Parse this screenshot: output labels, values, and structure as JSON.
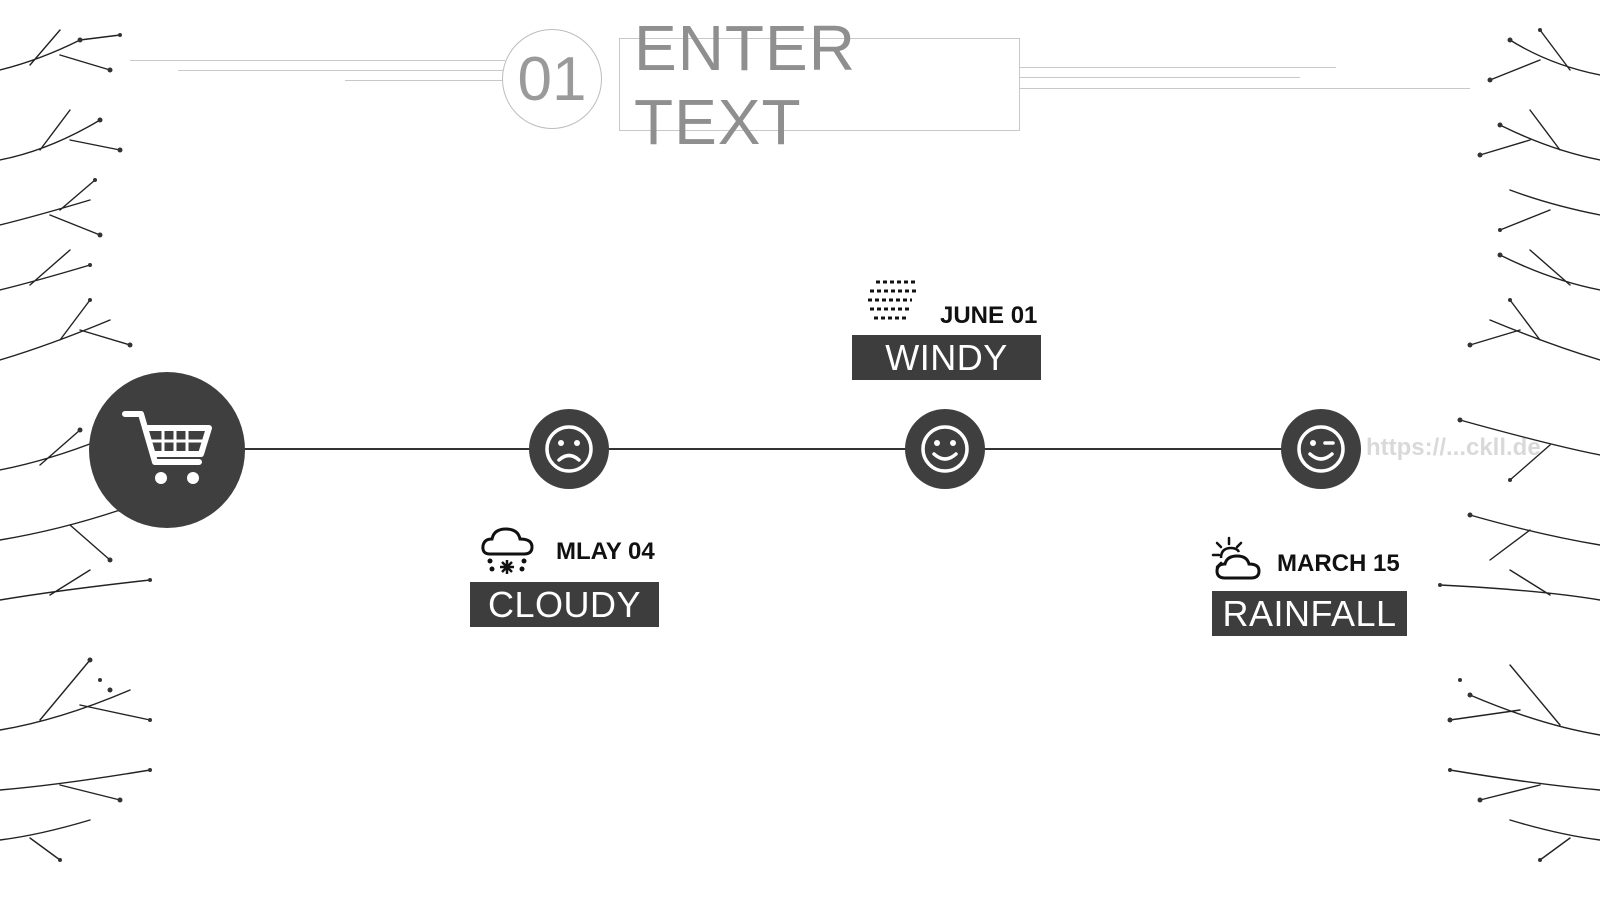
{
  "header": {
    "number": "01",
    "title": "ENTER TEXT"
  },
  "events": [
    {
      "date": "MLAY 04",
      "label": "CLOUDY",
      "weather_icon": "cloud-snow-icon",
      "mood_icon": "sad-face-icon"
    },
    {
      "date": "JUNE 01",
      "label": "WINDY",
      "weather_icon": "wind-icon",
      "mood_icon": "smile-face-icon"
    },
    {
      "date": "MARCH 15",
      "label": "RAINFALL",
      "weather_icon": "sun-cloud-icon",
      "mood_icon": "wink-face-icon"
    }
  ],
  "start_icon": "shopping-cart-icon",
  "watermark": "https://...ckll.de",
  "colors": {
    "node": "#3f3f3f",
    "label_bg": "#3d3d3d",
    "line": "#333333",
    "header_text": "#8f8f8f"
  }
}
